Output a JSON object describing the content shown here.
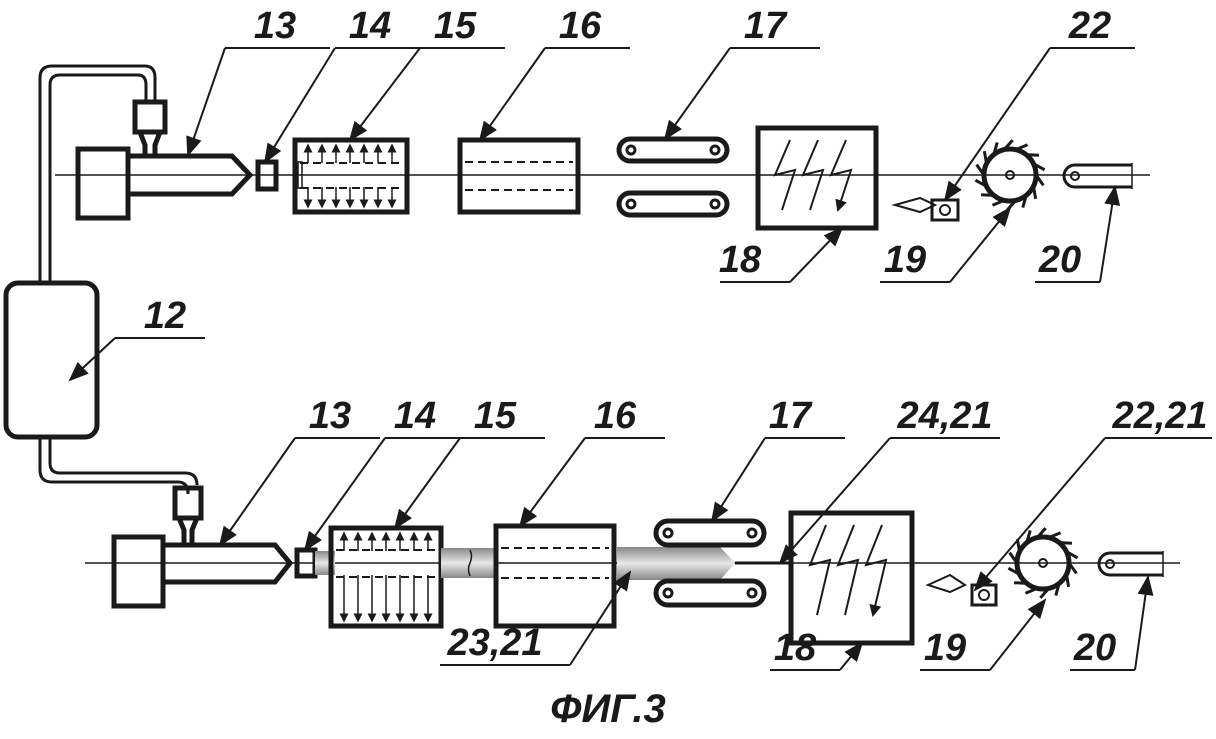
{
  "figure": {
    "caption": "ФИГ.3",
    "top_labels": [
      "13",
      "14",
      "15",
      "16",
      "17",
      "22",
      "18",
      "19",
      "20"
    ],
    "mixer_label": "12",
    "bottom_labels": [
      "13",
      "14",
      "15",
      "16",
      "17",
      "24,21",
      "22,21",
      "23,21",
      "18",
      "19",
      "20"
    ]
  }
}
